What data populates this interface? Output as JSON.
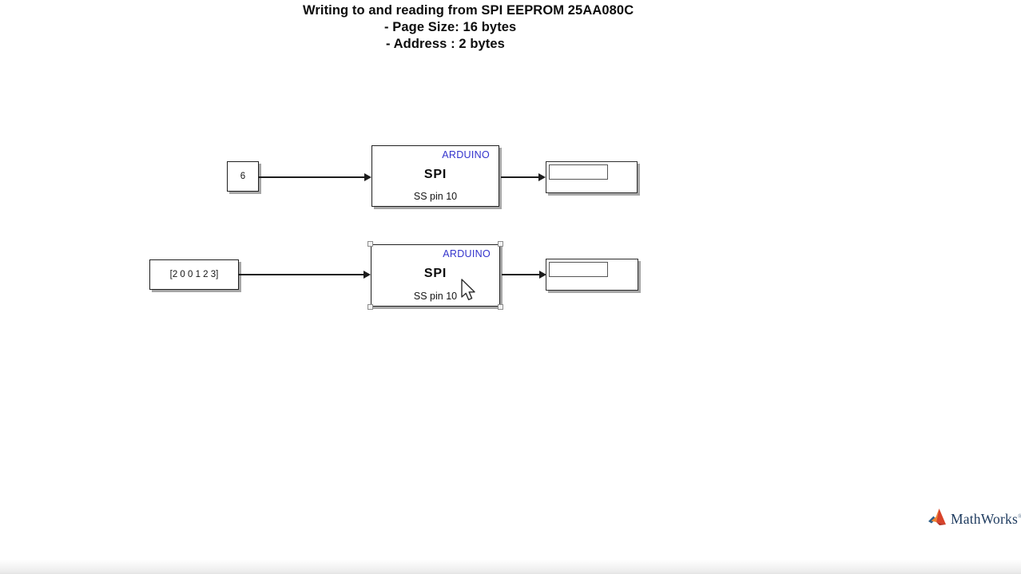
{
  "annotation": {
    "line1": "Writing to and reading from SPI EEPROM 25AA080C",
    "line2": "- Page Size: 16 bytes",
    "line3": "- Address : 2 bytes"
  },
  "rows": [
    {
      "constant_value": "6",
      "spi_block": {
        "vendor": "ARDUINO",
        "name": "SPI",
        "detail": "SS pin 10",
        "selected": false
      },
      "display_value": ""
    },
    {
      "constant_value": "[2 0 0 1 2 3]",
      "spi_block": {
        "vendor": "ARDUINO",
        "name": "SPI",
        "detail": "SS pin 10",
        "selected": true
      },
      "display_value": ""
    }
  ],
  "branding": {
    "name": "MathWorks",
    "trademark": "®",
    "logo_icon": "mathworks-membrane-logo"
  },
  "colors": {
    "arduino_label": "#3333cc",
    "block_border": "#202020",
    "block_shadow": "#a6a6a6",
    "wire": "#1c1c1c",
    "brand_text": "#1d3a5e",
    "background": "#ffffff"
  }
}
